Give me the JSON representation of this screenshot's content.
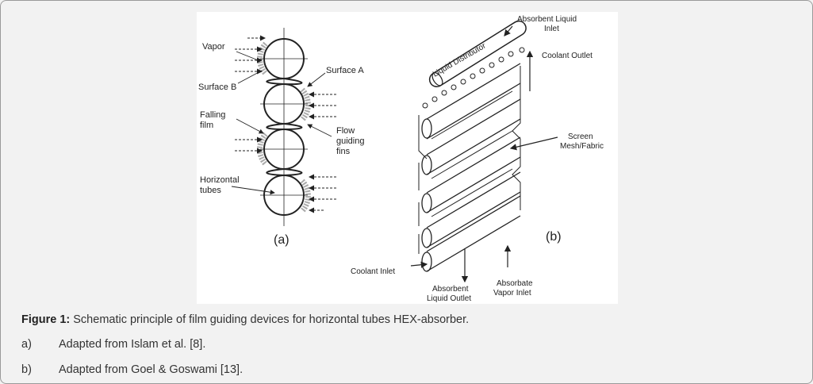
{
  "figure": {
    "panel_a": {
      "label": "(a)",
      "vapor": "Vapor",
      "surface_a": "Surface A",
      "surface_b": "Surface B",
      "falling_film_1": "Falling",
      "falling_film_2": "film",
      "fins_1": "Flow",
      "fins_2": "guiding",
      "fins_3": "fins",
      "tubes_1": "Horizontal",
      "tubes_2": "tubes"
    },
    "panel_b": {
      "label": "(b)",
      "inlet_1": "Absorbent Liquid",
      "inlet_2": "Inlet",
      "distributor": "Liquid Distributor",
      "coolant_outlet": "Coolant Outlet",
      "screen_1": "Screen",
      "screen_2": "Mesh/Fabric",
      "coolant_inlet": "Coolant Inlet",
      "liquid_outlet_1": "Absorbent",
      "liquid_outlet_2": "Liquid Outlet",
      "vapor_inlet_1": "Absorbate",
      "vapor_inlet_2": "Vapor Inlet"
    }
  },
  "caption": {
    "prefix": "Figure 1:",
    "text": "Schematic principle of film guiding devices for horizontal tubes HEX-absorber."
  },
  "notes": [
    {
      "label": "a)",
      "text": "Adapted from Islam et al. [8]."
    },
    {
      "label": "b)",
      "text": "Adapted from Goel & Goswami [13]."
    }
  ]
}
